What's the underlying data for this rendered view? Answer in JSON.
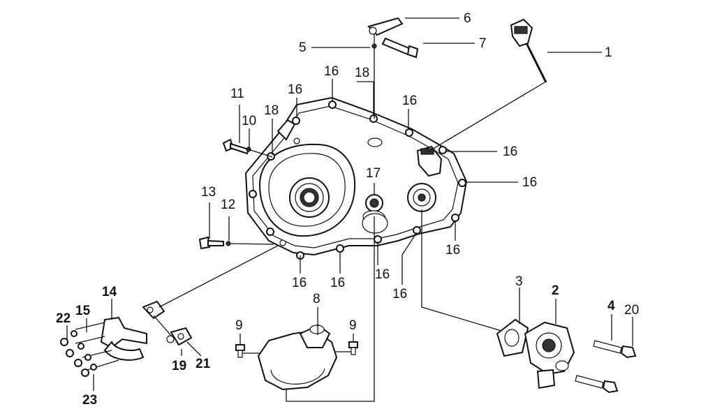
{
  "labels": {
    "l1": "1",
    "l2": "2",
    "l3": "3",
    "l4": "4",
    "l5": "5",
    "l6": "6",
    "l7": "7",
    "l8": "8",
    "l9a": "9",
    "l9b": "9",
    "l10": "10",
    "l11": "11",
    "l12": "12",
    "l13": "13",
    "l14": "14",
    "l15": "15",
    "l16a": "16",
    "l16b": "16",
    "l16c": "16",
    "l16d": "16",
    "l16e": "16",
    "l16f": "16",
    "l16g": "16",
    "l16h": "16",
    "l16i": "16",
    "l16j": "16",
    "l17": "17",
    "l18a": "18",
    "l18b": "18",
    "l19": "19",
    "l20": "20",
    "l21": "21",
    "l22": "22",
    "l23": "23"
  }
}
